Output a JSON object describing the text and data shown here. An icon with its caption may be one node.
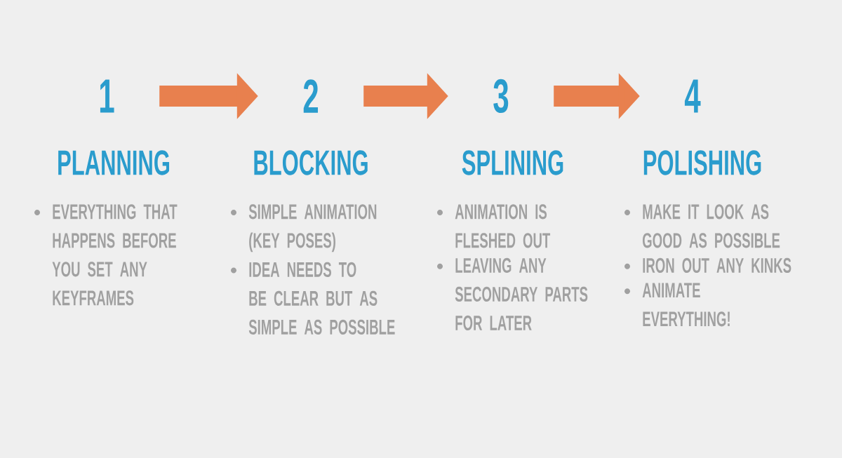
{
  "diagram": {
    "nodes": [
      {
        "text": [
          "1"
        ],
        "beside": [
          "PLANNING",
          "EVERYTHING THAT HAPPENS BEFORE YOU SET ANY KEYFRAMES"
        ]
      },
      {
        "text": [
          "2"
        ],
        "beside": [
          "BLOCKING",
          "SIMPLE ANIMATION (KEY POSES)",
          "IDEA NEEDS TO BE CLEAR BUT AS SIMPLE AS POSSIBLE"
        ]
      },
      {
        "text": [
          "3"
        ],
        "beside": [
          "SPLINING",
          "ANIMATION IS FLESHED OUT",
          "LEAVING ANY SECONDARY PARTS FOR LATER"
        ]
      },
      {
        "text": [
          "4"
        ],
        "beside": [
          "POLISHING",
          "MAKE IT LOOK AS GOOD AS POSSIBLE",
          "IRON OUT ANY KINKS",
          "ANIMATE EVERYTHING!"
        ]
      }
    ],
    "edges": [
      {
        "from": 0,
        "to": 1,
        "arrow": "to"
      },
      {
        "from": 1,
        "to": 2,
        "arrow": "to"
      },
      {
        "from": 2,
        "to": 3,
        "arrow": "to"
      }
    ]
  }
}
